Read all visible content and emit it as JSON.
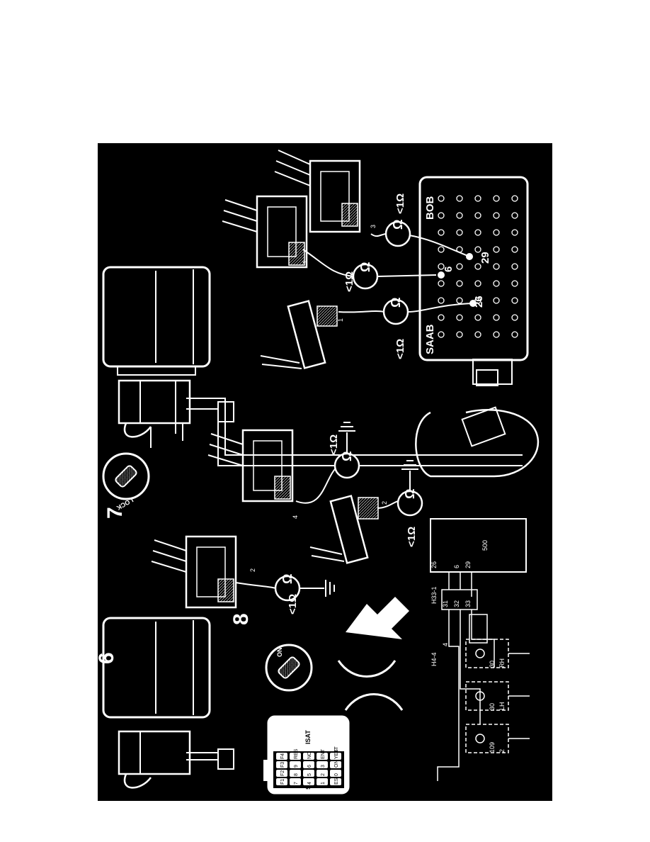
{
  "figure": {
    "step_numbers": [
      "6",
      "7",
      "8"
    ],
    "switch_labels": {
      "on": "ON",
      "lock": "LOCK"
    },
    "breakout_box": {
      "brand": "SAAB",
      "name": "BOB",
      "pins": [
        "26",
        "6",
        "29"
      ]
    },
    "resistance_readings": [
      "<1Ω",
      "<1Ω",
      "<1Ω",
      "<1Ω",
      "<1Ω",
      "<1Ω"
    ],
    "ohm_symbol": "Ω",
    "connector_pins": [
      "2",
      "4",
      "2",
      "1",
      "1",
      "3"
    ],
    "tester": {
      "name": "ISAT",
      "brand": "SAAB",
      "keys": [
        "F1",
        "F2",
        "F3",
        "F4",
        "7",
        "8",
        "9",
        "RES",
        "4",
        "5",
        "6",
        "NO",
        "1",
        "2",
        "3",
        "ENT",
        "ESC",
        "0",
        "ON/BATT",
        "YES"
      ]
    },
    "schematic": {
      "control_unit": "500",
      "cu_pins": [
        "26",
        "6",
        "29"
      ],
      "connector_h33": "H33-1",
      "h33_pins": [
        "31",
        "32",
        "33"
      ],
      "connector_h4": "H4-4",
      "h4_pin": "4",
      "lamps": [
        {
          "top": "109",
          "bottom": "2"
        },
        {
          "top": "30",
          "bottom": "LH"
        },
        {
          "top": "30",
          "bottom": "RH"
        }
      ]
    }
  },
  "colors": {
    "background": "#000000",
    "ink": "#ffffff",
    "page": "#ffffff"
  }
}
